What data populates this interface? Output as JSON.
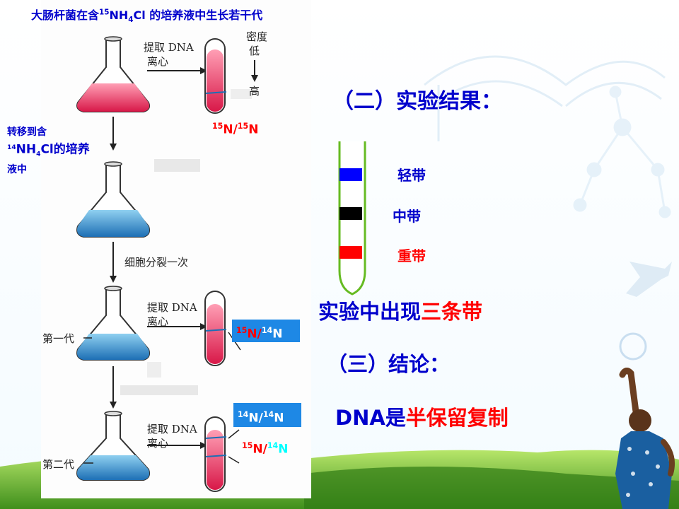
{
  "top_title": {
    "prefix": "大肠杆菌在含",
    "sup": "15",
    "mid": "NH",
    "sub": "4",
    "suffix": "Cl 的培养液中生长若干代"
  },
  "transfer_label": {
    "line1": "转移到含",
    "sup": "14",
    "mid": "NH",
    "sub": "4",
    "suffix": "Cl的培养",
    "line3": "液中"
  },
  "tube_labels": {
    "first": {
      "sup1": "15",
      "n1": "N/",
      "sup2": "15",
      "n2": "N"
    },
    "second": {
      "sup1": "15",
      "n1": "N/",
      "sup2": "14",
      "n2": "N"
    },
    "third_top": {
      "sup1": "14",
      "n1": "N/",
      "sup2": "14",
      "n2": "N"
    },
    "third_bottom": {
      "sup1": "15",
      "n1": "N/",
      "sup2": "14",
      "n2": "N"
    }
  },
  "diagram_text": {
    "extract1": "提取 DNA",
    "centrifuge1": "离心",
    "density": "密度",
    "low": "低",
    "high": "高",
    "divide_once": "细胞分裂一次",
    "extract2": "提取 DNA",
    "centrifuge2": "离心",
    "gen1": "第一代",
    "extract3": "提取 DNA",
    "centrifuge3": "离心",
    "gen2": "第二代"
  },
  "results": {
    "heading": "（二）实验结果：",
    "light_band": "轻带",
    "middle_band": "中带",
    "heavy_band": "重带",
    "three_bands_prefix": "实验中出现",
    "three_bands_highlight": "三条带",
    "conclusion_heading": "（三）结论：",
    "conclusion_prefix": "DNA是",
    "conclusion_highlight": "半保留复制"
  },
  "colors": {
    "light_band": "#0000ff",
    "middle_band": "#000000",
    "heavy_band": "#ff0000",
    "tube_outline": "#66bb22",
    "heading_blue": "#0000cc",
    "highlight_red": "#ff0000",
    "label_box_bg": "#1e88e5",
    "label_box_cyan": "#00ffff"
  }
}
